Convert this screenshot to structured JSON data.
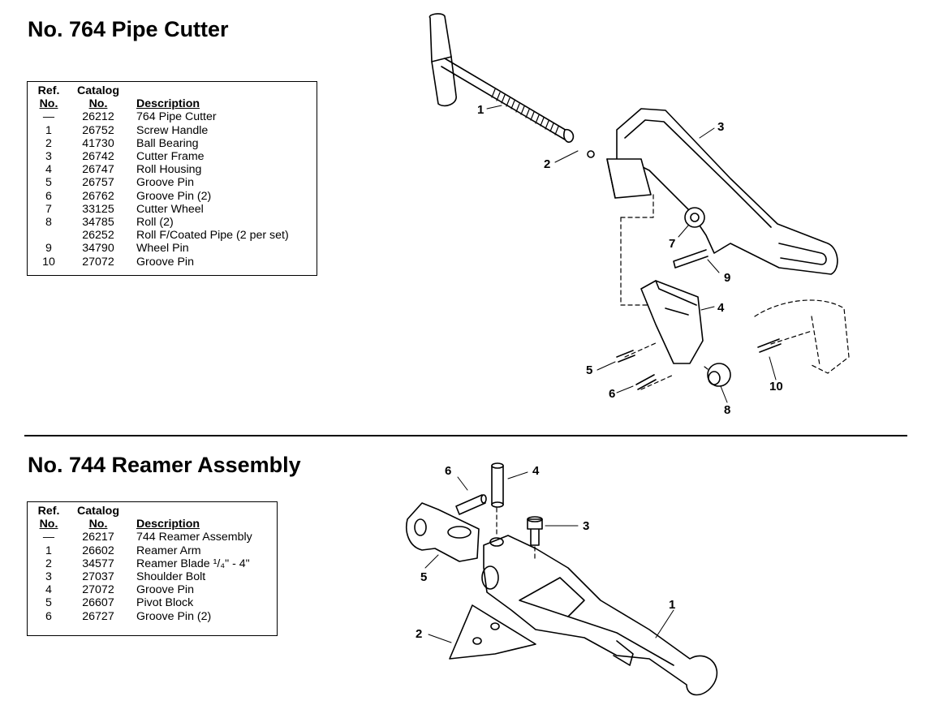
{
  "section1": {
    "title": "No. 764 Pipe Cutter",
    "headers": {
      "ref_top": "Ref.",
      "ref_bottom": "No.",
      "cat_top": "Catalog",
      "cat_bottom": "No.",
      "desc": "Description"
    },
    "rows": [
      {
        "ref": "—",
        "catalog": "26212",
        "description": "764 Pipe Cutter"
      },
      {
        "ref": "1",
        "catalog": "26752",
        "description": "Screw Handle"
      },
      {
        "ref": "2",
        "catalog": "41730",
        "description": "Ball Bearing"
      },
      {
        "ref": "3",
        "catalog": "26742",
        "description": "Cutter Frame"
      },
      {
        "ref": "4",
        "catalog": "26747",
        "description": "Roll Housing"
      },
      {
        "ref": "5",
        "catalog": "26757",
        "description": "Groove Pin"
      },
      {
        "ref": "6",
        "catalog": "26762",
        "description": "Groove Pin (2)"
      },
      {
        "ref": "7",
        "catalog": "33125",
        "description": "Cutter Wheel"
      },
      {
        "ref": "8",
        "catalog": "34785",
        "description": "Roll (2)"
      },
      {
        "ref": "",
        "catalog": "26252",
        "description": "Roll F/Coated Pipe (2 per set)"
      },
      {
        "ref": "9",
        "catalog": "34790",
        "description": "Wheel Pin"
      },
      {
        "ref": "10",
        "catalog": "27072",
        "description": "Groove Pin"
      }
    ],
    "callouts": [
      "1",
      "2",
      "3",
      "4",
      "5",
      "6",
      "7",
      "8",
      "9",
      "10"
    ]
  },
  "section2": {
    "title": "No. 744 Reamer Assembly",
    "headers": {
      "ref_top": "Ref.",
      "ref_bottom": "No.",
      "cat_top": "Catalog",
      "cat_bottom": "No.",
      "desc": "Description"
    },
    "rows": [
      {
        "ref": "—",
        "catalog": "26217",
        "description": "744 Reamer Assembly"
      },
      {
        "ref": "1",
        "catalog": "26602",
        "description": "Reamer Arm"
      },
      {
        "ref": "2",
        "catalog": "34577",
        "description": "Reamer Blade ¹/₄\" - 4\""
      },
      {
        "ref": "3",
        "catalog": "27037",
        "description": "Shoulder Bolt"
      },
      {
        "ref": "4",
        "catalog": "27072",
        "description": "Groove Pin"
      },
      {
        "ref": "5",
        "catalog": "26607",
        "description": "Pivot Block"
      },
      {
        "ref": "6",
        "catalog": "26727",
        "description": "Groove Pin (2)"
      }
    ],
    "callouts": [
      "1",
      "2",
      "3",
      "4",
      "5",
      "6"
    ]
  }
}
